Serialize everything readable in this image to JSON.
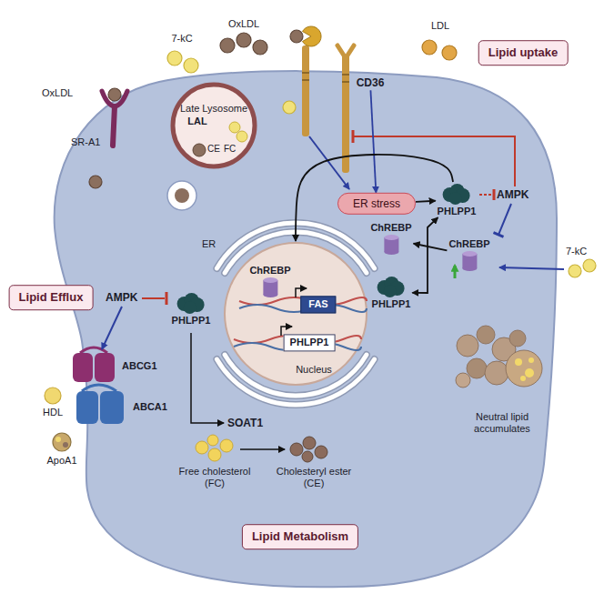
{
  "diagram": {
    "nodes": [
      {
        "text": [
          "Lipid uptake"
        ]
      },
      {
        "text": [
          "Lipid Efflux"
        ]
      },
      {
        "text": [
          "Lipid Metabolism"
        ]
      },
      {
        "text": [
          "ER stress"
        ]
      },
      {
        "text": [
          "Late Lysosome",
          "LAL"
        ]
      },
      {
        "text": [
          "Nucleus"
        ]
      },
      {
        "text": [
          "ChREBP"
        ],
        "in": 5
      },
      {
        "text": [
          "FAS"
        ],
        "in": 5
      },
      {
        "text": [
          "PHLPP1"
        ],
        "in": 5
      },
      {
        "text": [
          "CD36"
        ]
      },
      {
        "text": [
          "PHLPP1"
        ]
      },
      {
        "text": [
          "ChREBP"
        ]
      },
      {
        "text": [
          "ChREBP"
        ]
      },
      {
        "text": [
          "PHLPP1"
        ]
      },
      {
        "text": [
          "PHLPP1"
        ]
      }
    ],
    "edges": [
      {
        "from": 9,
        "to": 3,
        "arrow": "to"
      },
      {
        "from": 3,
        "to": 10,
        "arrow": "to"
      },
      {
        "from": 10,
        "to": 5,
        "arrow": "to"
      },
      {
        "from": 10,
        "to": 13,
        "arrow": "both"
      },
      {
        "from": 11,
        "to": 12,
        "arrow": "to"
      }
    ],
    "labels": [
      "7-kC",
      "OxLDL",
      "LDL",
      "OxLDL",
      "SR-A1",
      "CE",
      "FC",
      "AMPK",
      "7-kC",
      "ER",
      "Neutral lipid accumulates",
      "AMPK",
      "ABCG1",
      "ABCA1",
      "HDL",
      "ApoA1",
      "SOAT1",
      "Free cholesterol (FC)",
      "Cholesteryl ester (CE)"
    ]
  }
}
